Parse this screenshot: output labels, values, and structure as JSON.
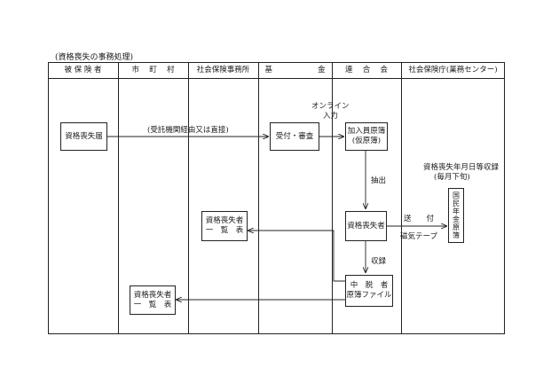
{
  "title": "(資格喪失の事務処理)",
  "columns": [
    "被 保 険 者",
    "市　 町　 村",
    "社会保険事務所",
    "基　　　　　　金",
    "連　 合　 会",
    "社会保険庁(業務センター)"
  ],
  "boxes": {
    "shikaku_todoke": "資格喪失届",
    "uketsuke": "受付・審査",
    "kanyuin_line1": "加入員原簿",
    "kanyuin_line2": "(仮原簿)",
    "soushitsusha": "資格喪失者",
    "ichiran_jimusho_line1": "資格喪失者",
    "ichiran_jimusho_line2": "一　覧　表",
    "ichiran_shichoson_line1": "資格喪失者",
    "ichiran_shichoson_line2": "一　覧　表",
    "chudatsu_line1": "中　脱　者",
    "chudatsu_line2": "原簿ファイル",
    "kokumin_nenkin": "国民年金原簿"
  },
  "labels": {
    "itaku": "(受託機関経由又は直接)",
    "online_line1": "オンライン",
    "online_line2": "入力",
    "chushutsu": "抽出",
    "shuroku": "収録",
    "soufu": "送　　付",
    "jiki_tape": "磁気テープ",
    "ymd_line1": "資格喪失年月日等収録",
    "ymd_line2": "(毎月下旬)"
  }
}
